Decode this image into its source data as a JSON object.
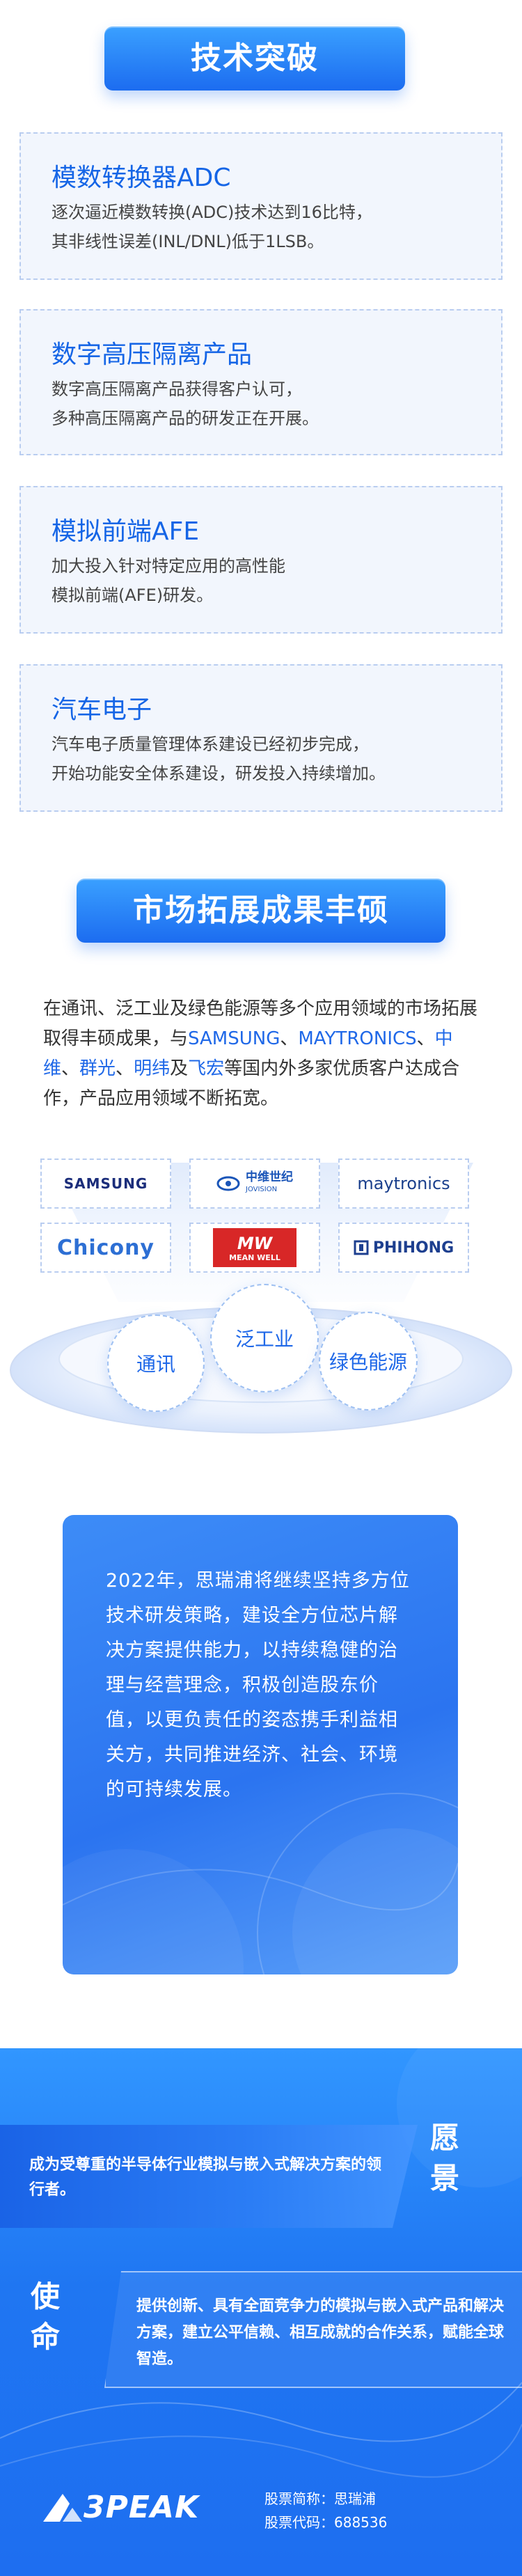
{
  "section1": {
    "title": "技术突破"
  },
  "cards": [
    {
      "title": "模数转换器ADC",
      "lines": [
        "逐次逼近模数转换(ADC)技术达到16比特，",
        "其非线性误差(INL/DNL)低于1LSB。"
      ]
    },
    {
      "title": "数字高压隔离产品",
      "lines": [
        "数字高压隔离产品获得客户认可，",
        "多种高压隔离产品的研发正在开展。"
      ]
    },
    {
      "title": "模拟前端AFE",
      "lines": [
        "加大投入针对特定应用的高性能",
        "模拟前端(AFE)研发。"
      ]
    },
    {
      "title": "汽车电子",
      "lines": [
        "汽车电子质量管理体系建设已经初步完成，",
        "开始功能安全体系建设，研发投入持续增加。"
      ]
    }
  ],
  "section2": {
    "title": "市场拓展成果丰硕",
    "intro": {
      "p1": "在通讯、泛工业及绿色能源等多个应用领域的市场拓展取得丰硕成果，与",
      "c1": "SAMSUNG",
      "s1": "、",
      "c2": "MAYTRONICS",
      "s2": "、",
      "c3": "中维",
      "s3": "、",
      "c4": "群光",
      "s4": "、",
      "c5": "明纬",
      "s5": "及",
      "c6": "飞宏",
      "p2": "等国内外多家优质客户达成合作，产品应用领域不断拓宽。"
    },
    "logos": {
      "samsung": "SAMSUNG",
      "jovision_cn": "中维世纪",
      "jovision_en": "JOVISION",
      "maytronics": "maytronics",
      "chicony": "Chicony",
      "meanwell_mark": "MW",
      "meanwell": "MEAN WELL",
      "phihong": "PHIHONG"
    },
    "fields": [
      "通讯",
      "泛工业",
      "绿色能源"
    ]
  },
  "statement": "2022年，思瑞浦将继续坚持多方位技术研发策略，建设全方位芯片解决方案提供能力，以持续稳健的治理与经营理念，积极创造股东价值，以更负责任的姿态携手利益相关方，共同推进经济、社会、环境的可持续发展。",
  "vision": {
    "label": "愿景",
    "text": "成为受尊重的半导体行业模拟与嵌入式解决方案的领行者。"
  },
  "mission": {
    "label": "使命",
    "text": "提供创新、具有全面竞争力的模拟与嵌入式产品和解决方案，建立公平信赖、相互成就的合作关系，赋能全球智造。"
  },
  "footer": {
    "brand": "3PEAK",
    "stock_name": "股票简称：思瑞浦",
    "stock_code": "股票代码：688536"
  },
  "colors": {
    "accent": "#1f68e8",
    "card_bg": "#f2f6fd",
    "card_border": "#b9cdf0"
  }
}
